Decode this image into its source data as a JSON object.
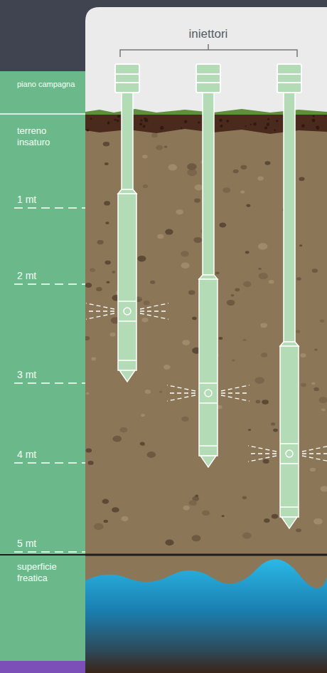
{
  "diagram": {
    "labels": [
      "iniettori",
      "piano campagna",
      "terreno insaturo",
      "1 mt",
      "2 mt",
      "3 mt",
      "4 mt",
      "5 mt",
      "superficie freatica"
    ]
  }
}
